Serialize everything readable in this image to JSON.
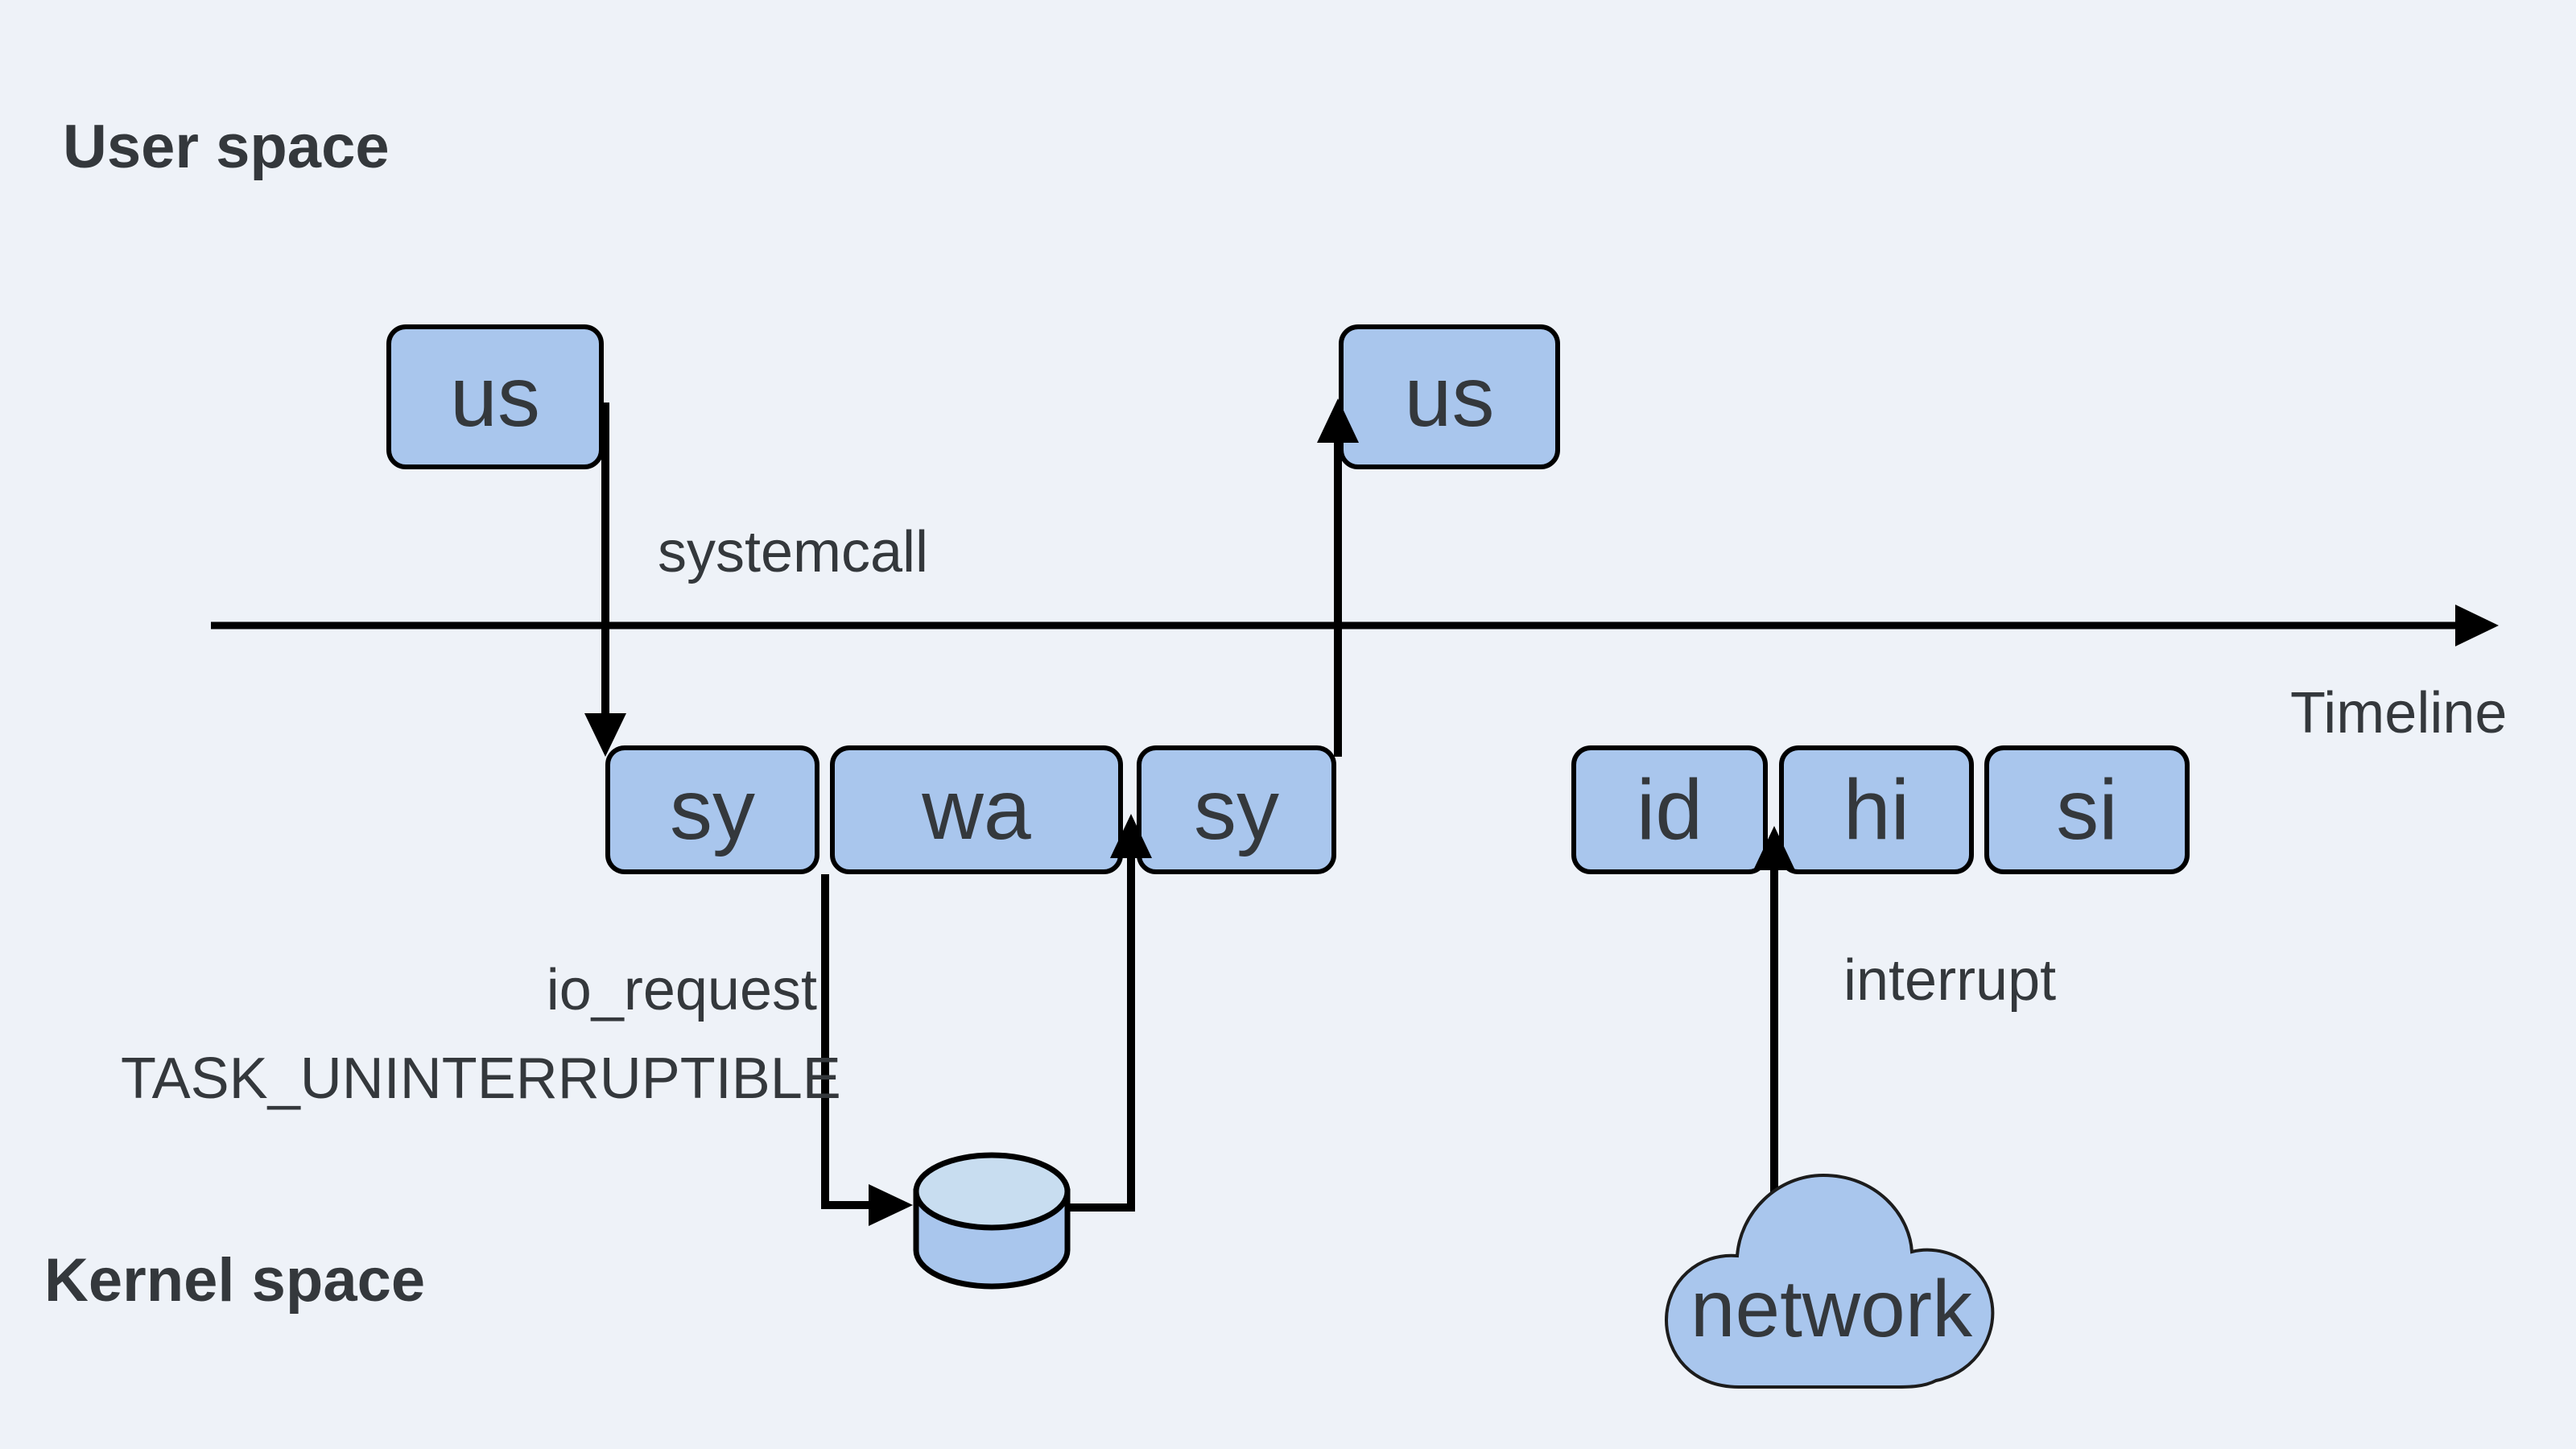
{
  "colors": {
    "background": "#eef2f8",
    "box_fill": "#a9c6ed",
    "box_stroke": "#000000",
    "text_dark": "#34383c",
    "line": "#000000",
    "cylinder_top_fill": "#c8ddf0",
    "cloud_stroke": "#1c1c1c"
  },
  "labels": {
    "user_space": "User space",
    "kernel_space": "Kernel space",
    "timeline": "Timeline",
    "systemcall": "systemcall",
    "io_request": "io_request",
    "task_uninterruptible": "TASK_UNINTERRUPTIBLE",
    "interrupt": "interrupt",
    "network": "network"
  },
  "boxes": {
    "us_user_before": "us",
    "us_user_after": "us",
    "sy_enter": "sy",
    "wa_wait": "wa",
    "sy_return": "sy",
    "id_idle": "id",
    "hi_hardirq": "hi",
    "si_softirq": "si"
  }
}
